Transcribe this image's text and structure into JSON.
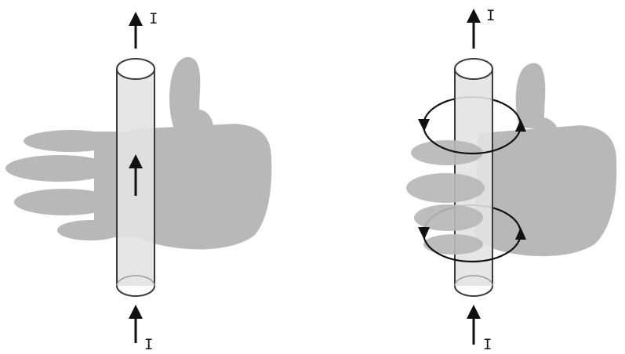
{
  "labels": {
    "left_top_current": "I",
    "left_bottom_current": "I",
    "right_top_current": "I",
    "right_bottom_current": "I"
  },
  "colors": {
    "hand": "#b8b8b8",
    "conductor_fill": "#e3e3e3",
    "conductor_stroke": "#3a3a3a",
    "arrow": "#111111",
    "field_line": "#111111"
  },
  "icons": {
    "left_panel": "straight-hand-with-conductor",
    "right_panel": "gripping-hand-right-hand-rule"
  }
}
